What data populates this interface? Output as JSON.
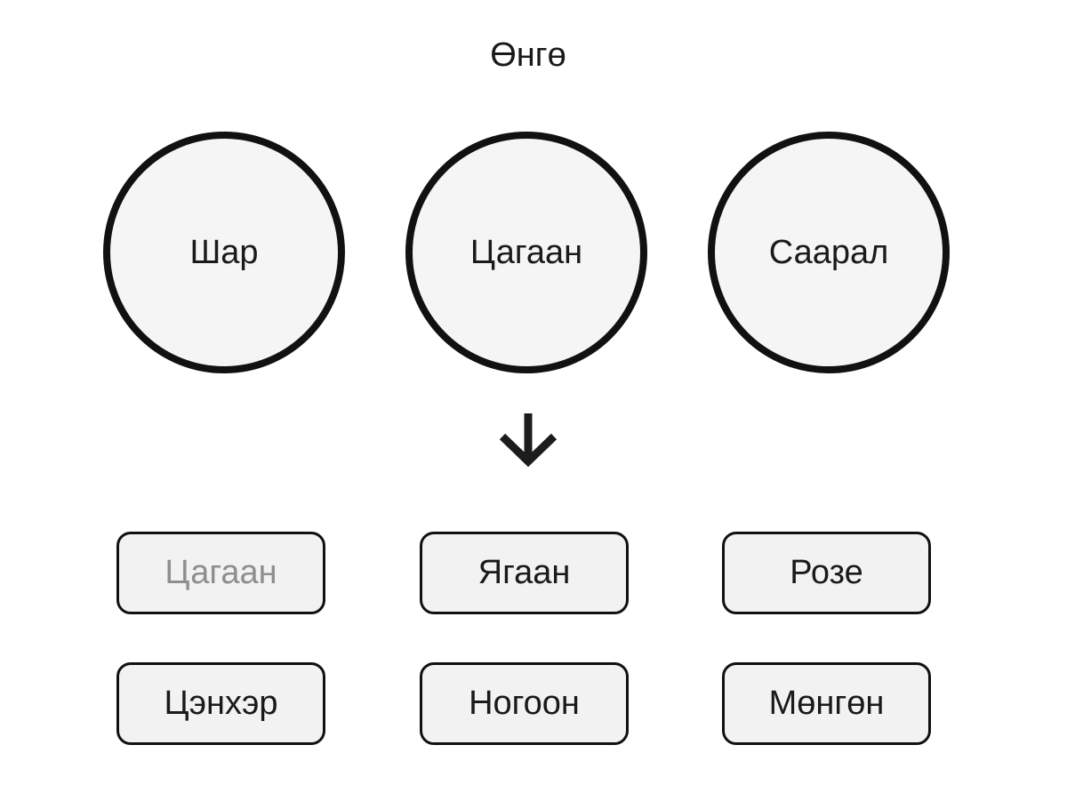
{
  "title": "Өнгө",
  "circles": [
    {
      "label": "Шар"
    },
    {
      "label": "Цагаан"
    },
    {
      "label": "Саарал"
    }
  ],
  "arrow_icon": "down-arrow",
  "options": [
    {
      "label": "Цагаан",
      "state": "disabled"
    },
    {
      "label": "Ягаан",
      "state": "enabled"
    },
    {
      "label": "Розе",
      "state": "enabled"
    },
    {
      "label": "Цэнхэр",
      "state": "enabled"
    },
    {
      "label": "Ногоон",
      "state": "enabled"
    },
    {
      "label": "Мөнгөн",
      "state": "enabled"
    }
  ],
  "colors": {
    "background": "#ffffff",
    "shape_fill": "#f5f5f5",
    "button_fill": "#f2f2f2",
    "outline": "#111111",
    "text": "#1a1a1a",
    "disabled_text": "#8e8e8e"
  }
}
